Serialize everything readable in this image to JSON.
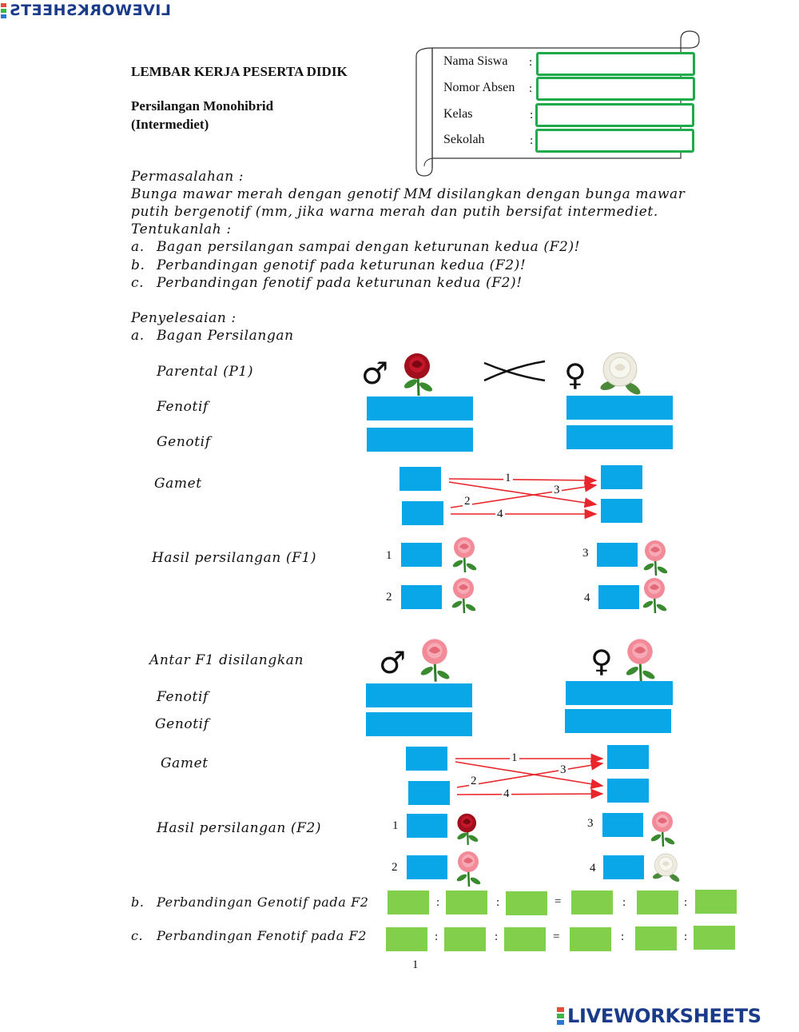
{
  "brand": {
    "top_mirror": "LIVEWORKSHEETS",
    "bottom": "LIVEWORKSHEETS"
  },
  "header": {
    "title": "LEMBAR KERJA PESERTA DIDIK",
    "subtitle_line1": "Persilangan Monohibrid",
    "subtitle_line2": "(Intermediet)"
  },
  "student_info": {
    "fields": [
      {
        "label": "Nama Siswa",
        "value": ""
      },
      {
        "label": "Nomor Absen",
        "value": ""
      },
      {
        "label": "Kelas",
        "value": ""
      },
      {
        "label": "Sekolah",
        "value": ""
      }
    ],
    "separator": ":"
  },
  "problem": {
    "heading": "Permasalahan :",
    "line1": "Bunga mawar merah dengan genotif MM disilangkan dengan bunga mawar",
    "line2": "putih bergenotif (mm, jika warna merah dan putih bersifat intermediet.",
    "task": "Tentukanlah :",
    "items": [
      {
        "marker": "a.",
        "text": "Bagan persilangan sampai dengan keturunan kedua (F2)!"
      },
      {
        "marker": "b.",
        "text": "Perbandingan genotif pada keturunan kedua (F2)!"
      },
      {
        "marker": "c.",
        "text": "Perbandingan fenotif pada keturunan kedua (F2)!"
      }
    ]
  },
  "solution": {
    "heading": "Penyelesaian :",
    "a_marker": "a.",
    "a_title": "Bagan Persilangan",
    "p1_label": "Parental (P1)",
    "fenotif_label": "Fenotif",
    "genotif_label": "Genotif",
    "gamet_label": "Gamet",
    "f1_label": "Hasil persilangan (F1)",
    "f1_cross_label": "Antar F1 disilangkan",
    "f2_label": "Hasil persilangan (F2)",
    "arrow_numbers": [
      "1",
      "2",
      "3",
      "4"
    ],
    "result_numbers": [
      "1",
      "2",
      "3",
      "4"
    ],
    "male_symbol": "♂",
    "female_symbol": "♀",
    "b_marker": "b.",
    "b_text": "Perbandingan Genotif pada F2",
    "c_marker": "c.",
    "c_text": "Perbandingan Fenotif pada F2",
    "ratio_colon": ":",
    "ratio_equals": "="
  },
  "page_number": "1",
  "colors": {
    "answer_box_blue": "#0aa7e8",
    "answer_box_green": "#82cf4c",
    "field_border": "#1fab4c",
    "arrow_red": "#e8262b",
    "rose_red": "#b01020",
    "rose_pink": "#f28a98",
    "rose_white": "#f2f0e6"
  },
  "icons": [
    "male-symbol-icon",
    "female-symbol-icon",
    "rose-icon",
    "cross-icon",
    "arrow-icon"
  ]
}
